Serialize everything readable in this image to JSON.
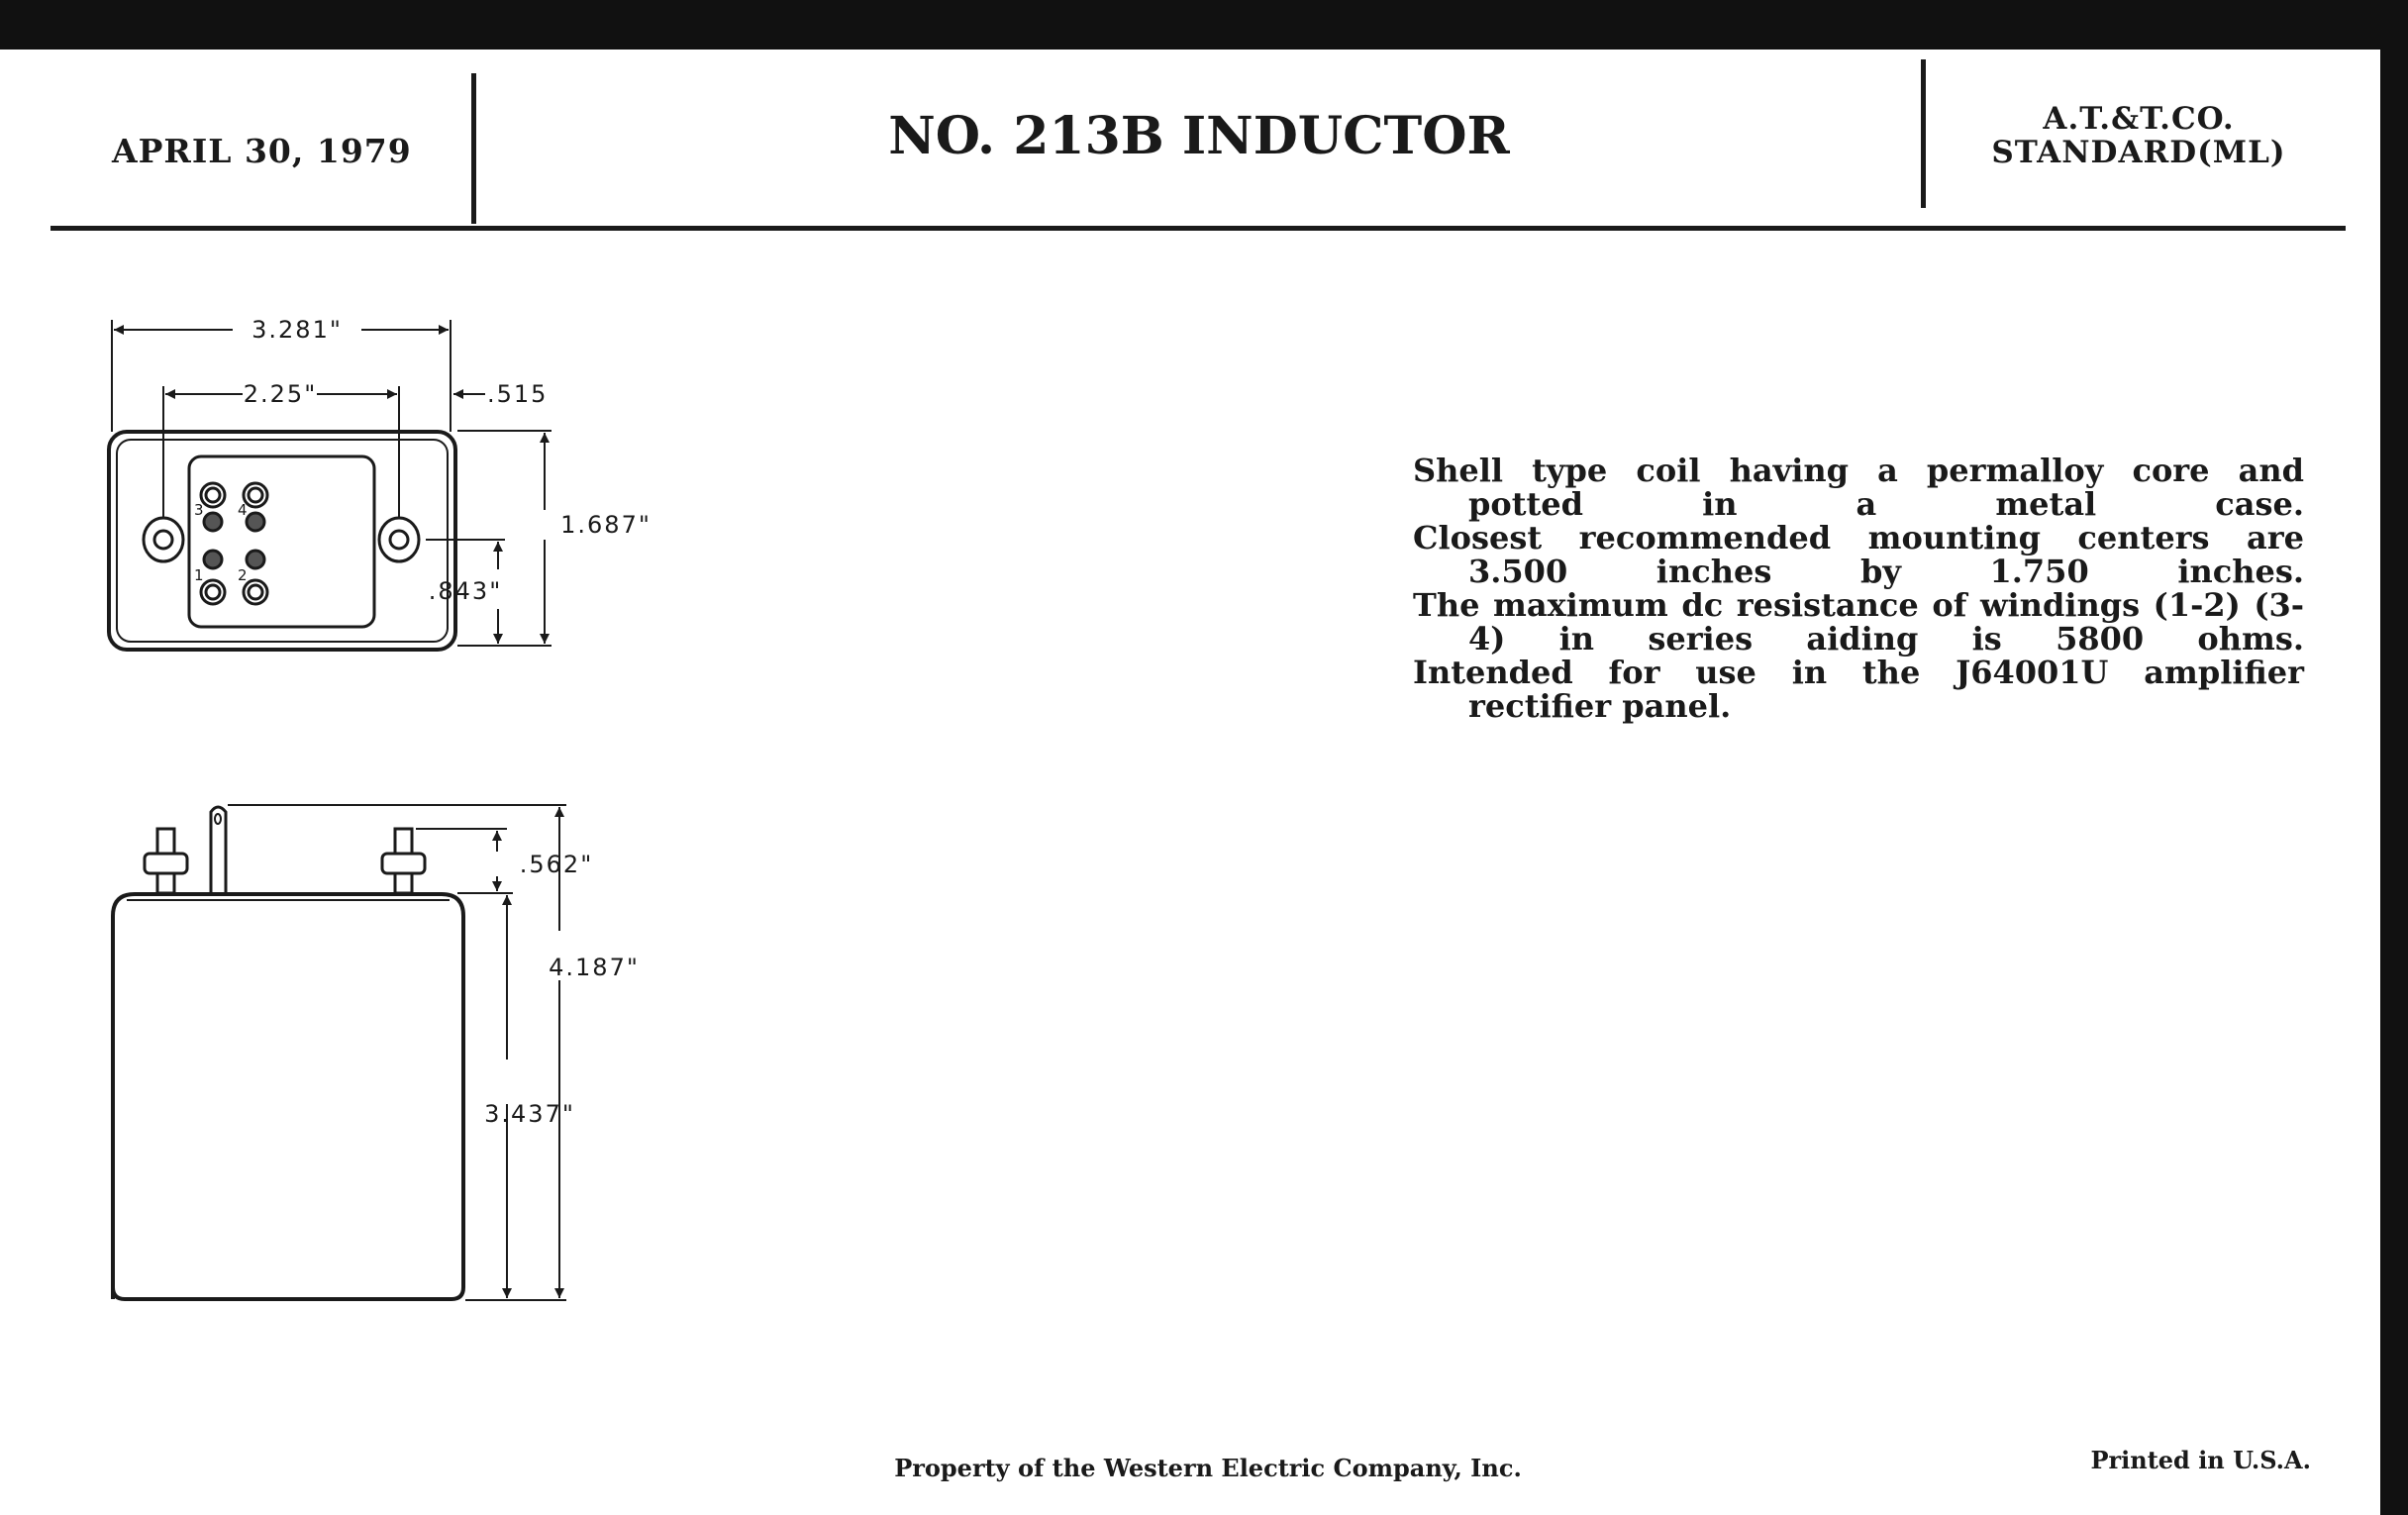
{
  "header": {
    "date": "APRIL 30, 1979",
    "title": "NO. 213B INDUCTOR",
    "standard_line1": "A.T.&T.CO.",
    "standard_line2": "STANDARD(ML)"
  },
  "description": [
    "Shell type coil having a permalloy core and potted in a metal case.",
    "Closest recommended mounting centers are 3.500 inches by 1.750 inches.",
    "The maximum dc resistance of windings (1-2) (3-4) in series aiding is 5800 ohms.",
    "Intended for use in the J64001U amplifier rectifier panel."
  ],
  "top_view": {
    "overall_width": "3.281\"",
    "mounting_centers": "2.25\"",
    "edge_offset": ".515",
    "overall_height": "1.687\"",
    "center_height": ".843\"",
    "terminal_labels": [
      "3",
      "4",
      "1",
      "2"
    ]
  },
  "side_view": {
    "stud_height": ".562\"",
    "overall_height": "4.187\"",
    "case_height": "3.437\""
  },
  "footer": {
    "property": "Property of the Western Electric Company, Inc.",
    "printed": "Printed in U.S.A."
  }
}
